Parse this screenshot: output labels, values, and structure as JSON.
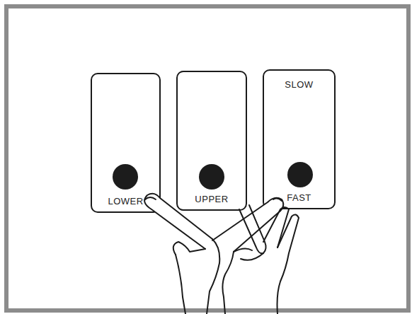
{
  "diagram": {
    "nodes": [
      {
        "text": [
          "LOWER"
        ]
      },
      {
        "text": [
          "UPPER"
        ]
      },
      {
        "text": [
          "SLOW",
          "FAST"
        ]
      }
    ]
  }
}
